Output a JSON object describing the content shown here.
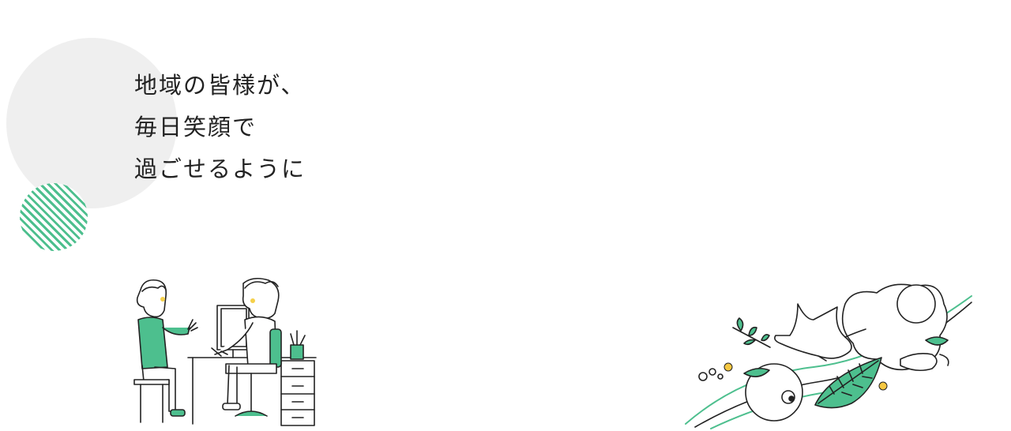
{
  "hero": {
    "tagline_lines": [
      "地域の皆様が、",
      "毎日笑顔で",
      "過ごせるように"
    ]
  },
  "colors": {
    "accent": "#4dbf8e",
    "circle_grey": "#efefef",
    "text": "#222222",
    "blush": "#f5d04a"
  }
}
